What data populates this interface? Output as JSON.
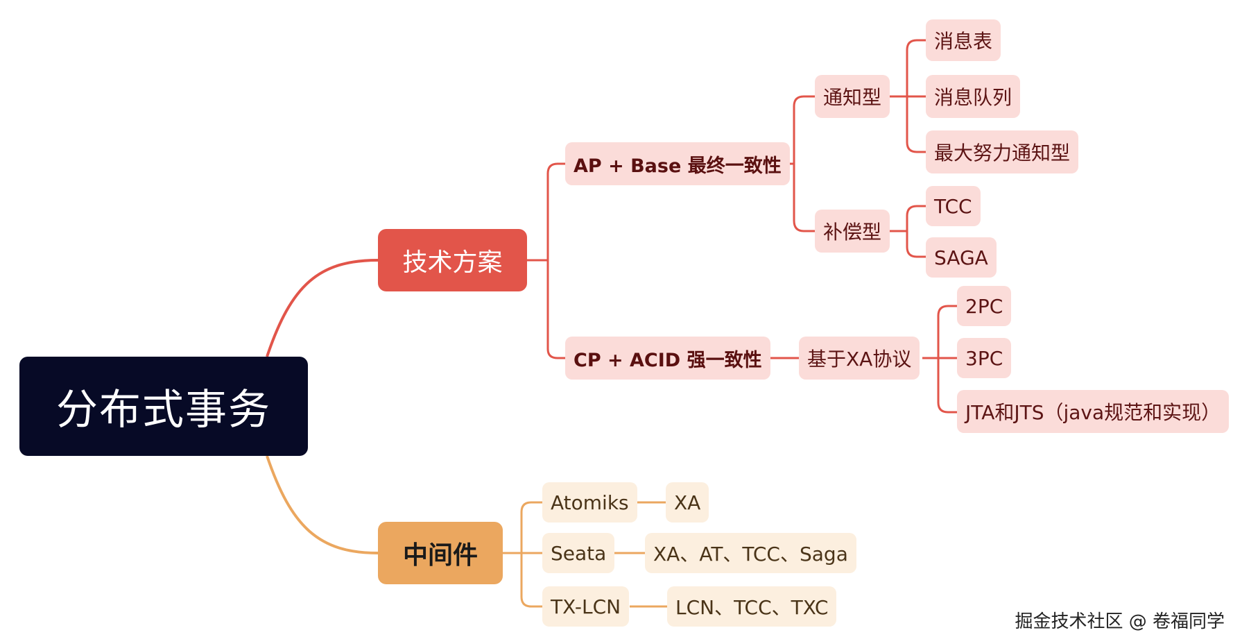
{
  "colors": {
    "root_bg": "#070a26",
    "tech_branch": "#e2554a",
    "middleware_branch": "#eba75f",
    "tech_leaf_bg": "#fbdcd9",
    "middleware_leaf_bg": "#fcefdf"
  },
  "root": {
    "label": "分布式事务"
  },
  "tech": {
    "label": "技术方案",
    "ap": {
      "label": "AP + Base 最终一致性",
      "notify": {
        "label": "通知型",
        "items": [
          "消息表",
          "消息队列",
          "最大努力通知型"
        ]
      },
      "compensate": {
        "label": "补偿型",
        "items": [
          "TCC",
          "SAGA"
        ]
      }
    },
    "cp": {
      "label": "CP + ACID 强一致性",
      "xa": {
        "label": "基于XA协议",
        "items": [
          "2PC",
          "3PC",
          "JTA和JTS（java规范和实现）"
        ]
      }
    }
  },
  "middleware": {
    "label": "中间件",
    "items": [
      {
        "label": "Atomiks",
        "detail": "XA"
      },
      {
        "label": "Seata",
        "detail": "XA、AT、TCC、Saga"
      },
      {
        "label": "TX-LCN",
        "detail": "LCN、TCC、TXC"
      }
    ]
  },
  "watermark": "掘金技术社区 @ 卷福同学"
}
